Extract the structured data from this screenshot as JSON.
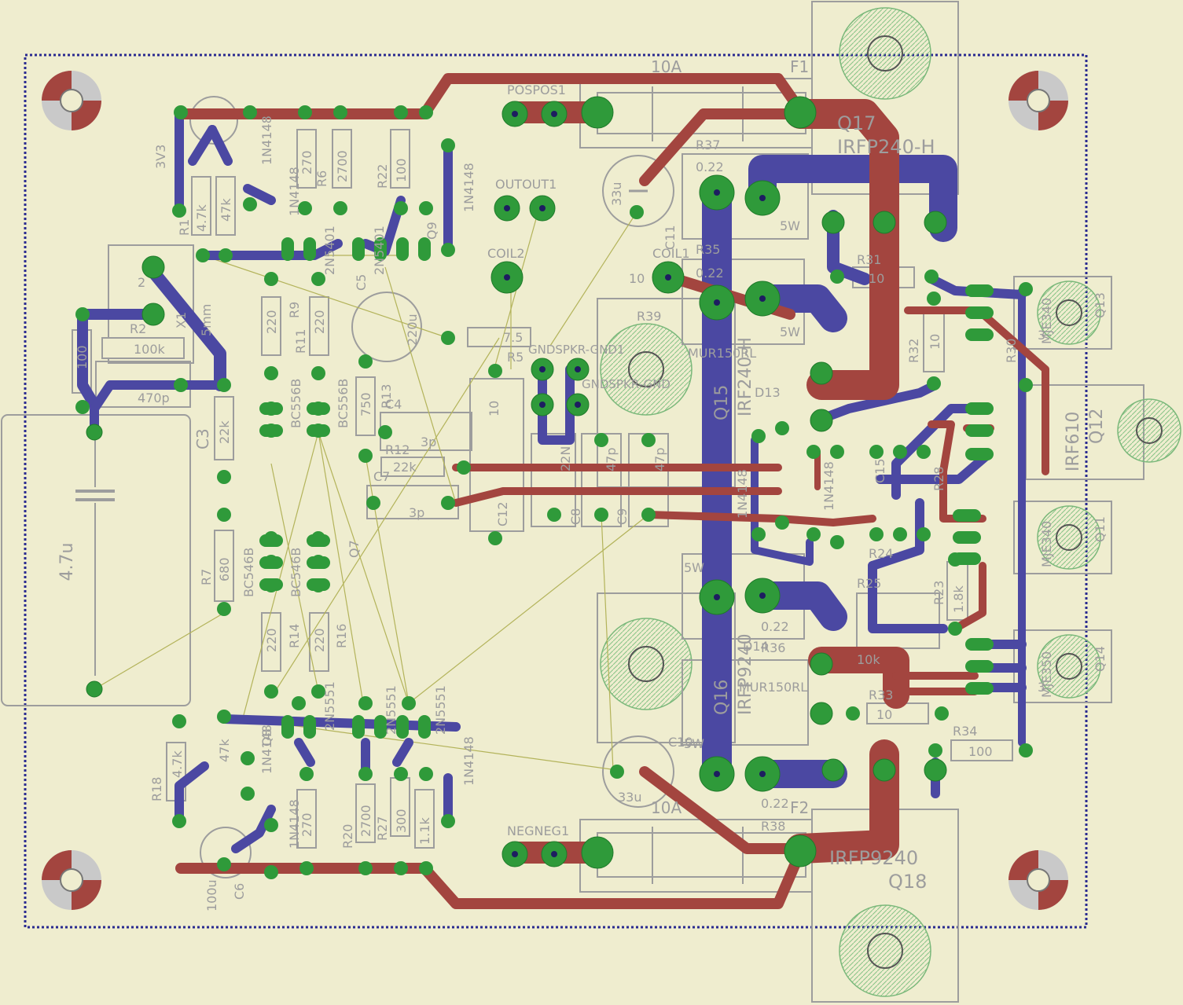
{
  "colors": {
    "background": "#efedcf",
    "top_copper": "#a3453f",
    "bottom_copper": "#4b48a2",
    "pad": "#2f9a3a",
    "pad_dark": "#1f7a2a",
    "silkscreen": "#9d9d9d",
    "outline": "#2a2a90",
    "airwire": "#b3b35a",
    "mount_hole": "#c9c9c9",
    "hatch": "#86c386"
  },
  "labels": {
    "fuse_top_rating": "10A",
    "fuse_top_ref": "F1",
    "fuse_bottom_rating": "10A",
    "fuse_bottom_ref": "F2",
    "q17_ref": "Q17",
    "q17_part": "IRFP240-H",
    "q18_part": "IRFP9240",
    "q18_ref": "Q18",
    "q16_part": "IRFP9240",
    "q16_ref": "Q16",
    "q15_part": "IRF240-H",
    "q15_ref": "Q15",
    "q12_part": "IRF610",
    "q12_ref": "Q12",
    "q13_part": "MJE340",
    "q13_ref": "Q13",
    "q11_part": "MJE340",
    "q11_ref": "Q11",
    "q14_part": "MJE350",
    "q14_ref": "Q14",
    "pos": "POSPOS1",
    "neg": "NEGNEG1",
    "out": "OUTOUT1",
    "coil2": "COIL2",
    "coil1": "COIL1",
    "coil_val": "10",
    "gnd": "GNDSPKR-GND1",
    "gnd2": "GNDSPKR-GND",
    "r37": "R37",
    "r38": "R38",
    "r35": "R35",
    "r39": "R39",
    "r36": "R36",
    "val_022_a": "0.22",
    "val_022_b": "0.22",
    "val_022_c": "0.22",
    "val_022_d": "0.22",
    "val_5w_a": "5W",
    "val_5w_b": "5W",
    "val_5w_c": "5W",
    "val_5w_d": "5W",
    "mur_top": "MUR150RL",
    "mur_bot": "MUR150RL",
    "d13": "D13",
    "d14": "D14",
    "cap_33u_top": "33u",
    "cap_33u_bot": "33u",
    "c10": "C10",
    "c11": "C11",
    "r31": "R31",
    "r31_val": "10",
    "r32": "R32",
    "r32_val": "10",
    "r33": "R33",
    "r33_val": "10",
    "r34": "R34",
    "r34_val": "100",
    "r30": "R30",
    "r24": "R24",
    "r23": "R23",
    "r23_val": "1.8k",
    "r25": "R25",
    "r28": "R28",
    "val_10k": "10k",
    "c15": "C15",
    "c12": "C12",
    "c12_val": "10",
    "c8": "C8",
    "c8_val": "22N",
    "c9": "C9",
    "c9_val": "47p",
    "c10b_val": "47p",
    "c7": "C7",
    "c7_val": "3p",
    "c4": "C4",
    "c4_val": "3p",
    "r12": "R12",
    "r12_val": "22k",
    "r13": "R13",
    "r13_val": "750",
    "r5": "R5",
    "r5_val": "7.5",
    "c5": "C5",
    "c5_val": "220u",
    "r9": "R9",
    "r9_val": "220",
    "r11": "R11",
    "r11_val": "220",
    "r14": "R14",
    "r14_val": "220",
    "r16": "R16",
    "r16_val": "220",
    "r7": "R7",
    "r7_val": "680",
    "c3": "C3",
    "c3_val": "22k",
    "big_cap": "4.7u",
    "r2": "R2",
    "r2_val": "100k",
    "c2_val": "470p",
    "r_100": "100",
    "x1": "X1",
    "x1_sub": "5mm",
    "r6": "R6",
    "r6_val": "270",
    "r_2700_top": "2700",
    "r22": "R22",
    "r22_val": "100",
    "r1": "R1",
    "r1_val": "4.7k",
    "r3_val": "47k",
    "d_3v3": "3V3",
    "d_1n4148_a": "1N4148",
    "d_1n4148_b": "1N4148",
    "d_1n4148_c": "1N4148",
    "d_1n4148_d": "1N4148",
    "d_1n4148_e": "1N4148",
    "q_2n5401_a": "2N5401",
    "q_2n5401_b": "2N5401",
    "q_2n5551_a": "2N5551",
    "q_2n5551_b": "2N5551",
    "q_2n5551_c": "2N5551",
    "bc556_a": "BC556B",
    "bc556_b": "BC556B",
    "bc546_a": "BC546B",
    "bc546_b": "BC546B",
    "q7": "Q7",
    "q8": "Q8",
    "q9": "Q9",
    "r18": "R18",
    "r18_val": "4.7k",
    "r19_val": "47k",
    "r20": "R20",
    "r20_val": "2700",
    "r27": "R27",
    "r27_val": "300",
    "r15_val": "1.1k",
    "r17_val": "270",
    "c6": "C6",
    "c6_val": "100u",
    "d_1n4148_f": "1N4148",
    "d_1n4148_g": "1N4148",
    "d_1n4148_h": "1N4148",
    "mark_2": "2",
    "mark_3a": "3",
    "mark_3b": "3"
  }
}
